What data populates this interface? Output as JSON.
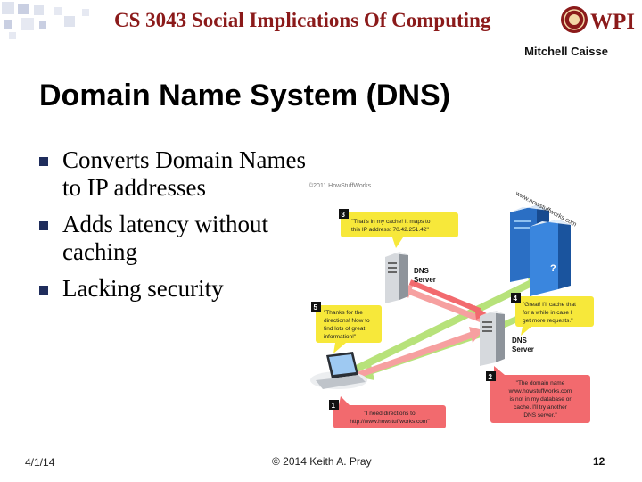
{
  "header": {
    "course_title": "CS 3043 Social Implications Of Computing",
    "author": "Mitchell Caisse",
    "logo_text": "WPI"
  },
  "slide": {
    "title": "Domain Name System (DNS)",
    "bullets": [
      {
        "line1": "Converts Domain Names",
        "line2": "to IP addresses"
      },
      {
        "line1": "Adds latency without",
        "line2": "caching"
      },
      {
        "line1": "Lacking security",
        "line2": ""
      }
    ]
  },
  "diagram": {
    "copyright": "©2011 HowStuffWorks",
    "site_label": "www.howstuffworks.com",
    "server_label_1": "DNS",
    "server_label_1b": "Server",
    "server_label_2": "DNS",
    "server_label_2b": "Server",
    "step1_num": "1",
    "step1_l1": "\"I need directions to",
    "step1_l2": "http://www.howstuffworks.com\"",
    "step2_num": "2",
    "step2_l1": "\"The domain name",
    "step2_l2": "www.howstuffworks.com",
    "step2_l3": "is not in my database or",
    "step2_l4": "cache. I'll try another",
    "step2_l5": "DNS server.\"",
    "step3_num": "3",
    "step3_l1": "\"That's in my cache! It maps to",
    "step3_l2": "this IP address: 70.42.251.42\"",
    "step4_num": "4",
    "step4_l1": "\"Great! I'll cache that",
    "step4_l2": "for a while in case I",
    "step4_l3": "get more requests.\"",
    "step5_num": "5",
    "step5_l1": "\"Thanks for the",
    "step5_l2": "directions! Now to",
    "step5_l3": "find lots of great",
    "step5_l4": "information!\"",
    "colors": {
      "yellow": "#f7e83a",
      "pink": "#f26a6e",
      "green": "#b7e27a",
      "salmon": "#f6a0a0"
    }
  },
  "footer": {
    "date": "4/1/14",
    "copyright": "© 2014 Keith A. Pray",
    "page": "12"
  }
}
